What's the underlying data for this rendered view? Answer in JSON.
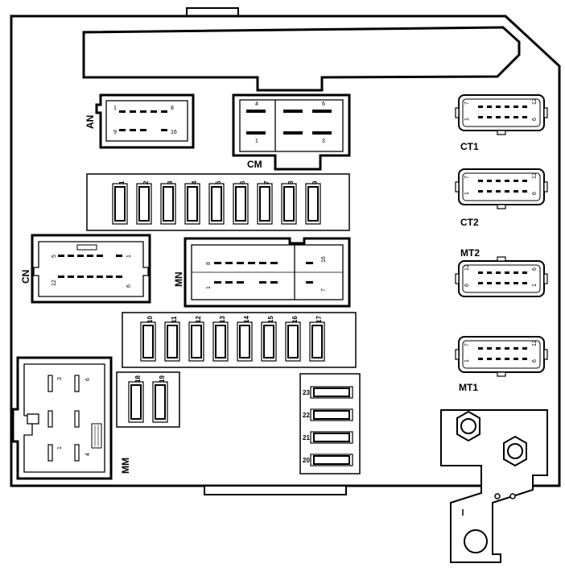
{
  "connectors": {
    "an": "AN",
    "cm": "CM",
    "cn": "CN",
    "mn": "MN",
    "mm": "MM",
    "ct1": "CT1",
    "ct2": "CT2",
    "mt2": "MT2",
    "mt1": "MT1"
  },
  "fuses_row1": [
    "1",
    "2",
    "3",
    "4",
    "5",
    "6",
    "7",
    "8",
    "9"
  ],
  "fuses_row2": [
    "10",
    "11",
    "12",
    "13",
    "14",
    "15",
    "16",
    "17"
  ],
  "fuses_small": [
    "18",
    "19"
  ],
  "fuses_side": [
    "23",
    "22",
    "21",
    "20"
  ],
  "pins": {
    "an": {
      "tl": "1",
      "tr": "8",
      "bl": "9",
      "br": "16"
    },
    "cm": {
      "tl": "4",
      "tr": "6",
      "bl": "1",
      "br": "3"
    },
    "cn": {
      "tl": "5",
      "tr": "1",
      "bl": "12",
      "br": "6"
    },
    "mn": {
      "tl": "8",
      "tr": "16",
      "bl": "1",
      "br": "7"
    },
    "mm": {
      "a": "3",
      "b": "6",
      "c": "1",
      "d": "4"
    },
    "ct1": {
      "tl": "7",
      "tr": "12",
      "bl": "1",
      "br": "6"
    },
    "ct2": {
      "tl": "7",
      "tr": "12",
      "bl": "1",
      "br": "6"
    },
    "mt2": {
      "tl": "12",
      "tr": "6",
      "bl": "6",
      "br": "1"
    },
    "mt1": {
      "tl": "7",
      "tr": "12",
      "bl": "1",
      "br": "6"
    }
  }
}
